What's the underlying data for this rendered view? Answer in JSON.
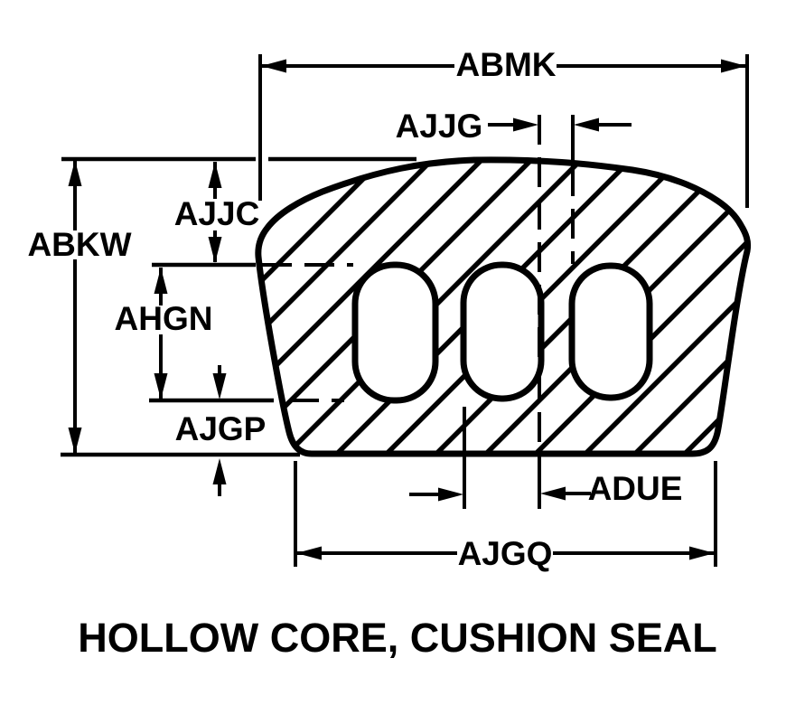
{
  "title": "HOLLOW CORE, CUSHION SEAL",
  "dimensions": {
    "abmk": "ABMK",
    "ajjg": "AJJG",
    "ajjc": "AJJC",
    "abkw": "ABKW",
    "ahgn": "AHGN",
    "ajgp": "AJGP",
    "adue": "ADUE",
    "ajgq": "AJGQ"
  },
  "colors": {
    "ink": "#000000",
    "background": "#ffffff"
  }
}
